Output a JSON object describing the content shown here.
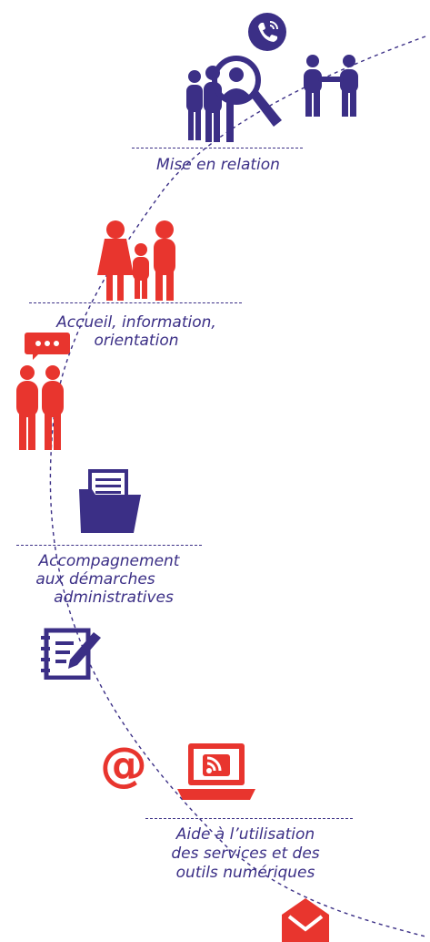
{
  "colors": {
    "navy": "#3b2f86",
    "red": "#e8352e",
    "white": "#ffffff"
  },
  "steps": [
    {
      "label": "Mise en relation",
      "icons": [
        "phone-icon",
        "group-magnifier-icon",
        "handshake-icon"
      ]
    },
    {
      "label": "Accueil, information, orientation",
      "icons": [
        "family-icon"
      ]
    },
    {
      "label": "",
      "icons": [
        "speech-bubble-icon",
        "couple-icon"
      ]
    },
    {
      "label": "Accompagnement aux démarches administratives",
      "icons": [
        "folder-icon",
        "form-pen-icon"
      ]
    },
    {
      "label": "Aide à l’utilisation des services et des outils numériques",
      "icons": [
        "at-sign-icon",
        "laptop-rss-icon",
        "envelope-icon"
      ]
    }
  ],
  "text": {
    "step1": "Mise en relation",
    "step2_l1": "Accueil, information,",
    "step2_l2": "orientation",
    "step3_l1": "Accompagnement",
    "step3_l2": "aux démarches",
    "step3_l3": "administratives",
    "step4_l1": "Aide à l’utilisation",
    "step4_l2": "des services et des",
    "step4_l3": "outils numériques",
    "at": "@"
  }
}
